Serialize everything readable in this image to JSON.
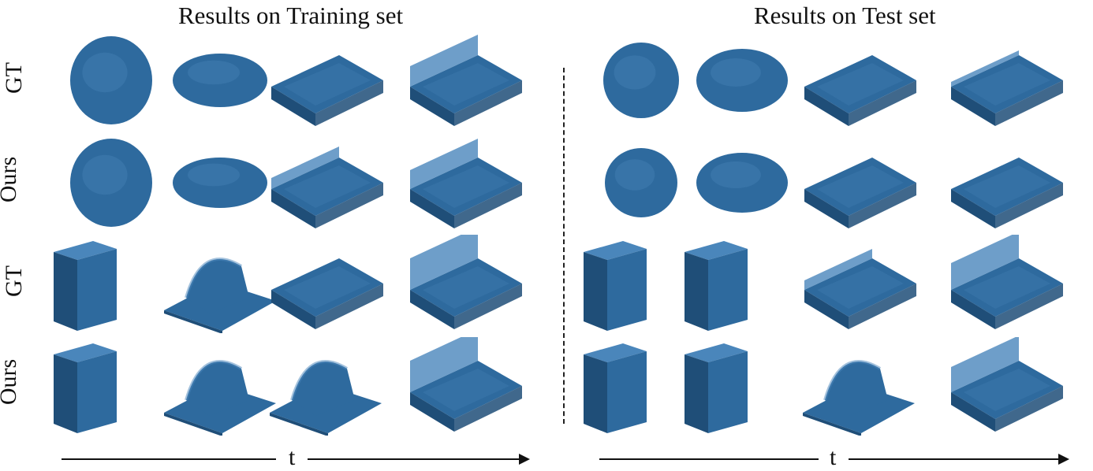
{
  "panels": {
    "train": {
      "title": "Results on Training set",
      "time_label": "t"
    },
    "test": {
      "title": "Results on Test set",
      "time_label": "t"
    }
  },
  "row_labels": [
    "GT",
    "Ours",
    "GT",
    "Ours"
  ],
  "columns_per_panel": 4,
  "shape_color": "#2e6a9e",
  "shape_dark": "#1f4e78",
  "shape_light": "#4a86bb"
}
